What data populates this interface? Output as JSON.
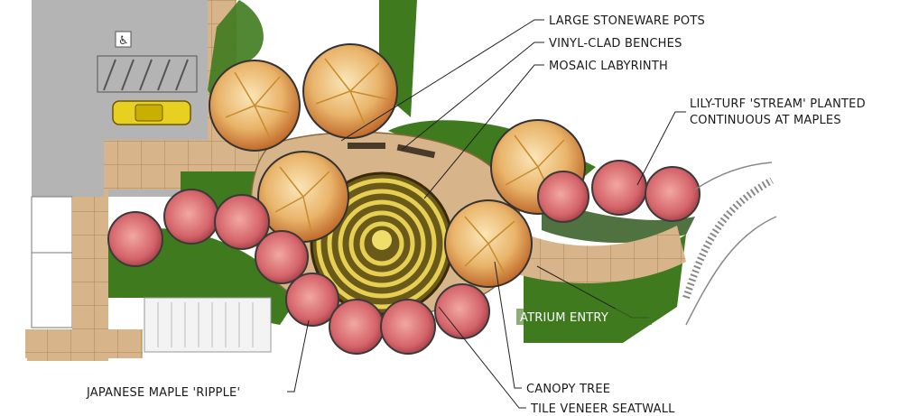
{
  "labels": {
    "pots": "LARGE STONEWARE POTS",
    "benches": "VINYL-CLAD BENCHES",
    "labyrinth": "MOSAIC LABYRINTH",
    "lilyturf_1": "LILY-TURF 'STREAM' PLANTED",
    "lilyturf_2": "CONTINUOUS AT MAPLES",
    "atrium": "ATRIUM ENTRY",
    "canopy": "CANOPY TREE",
    "seatwall": "TILE VENEER SEATWALL",
    "maple": "JAPANESE MAPLE 'RIPPLE'"
  },
  "icons": [
    "accessible-parking-icon",
    "car-icon"
  ],
  "colors": {
    "paving": "#d8b48a",
    "paving_line": "#a88458",
    "lawn": "#3f7a1e",
    "lawn_dark": "#244e10",
    "maple": "#d9787a",
    "canopy": "#e2b066",
    "labyrinth": "#e6cf52",
    "parking": "#a9a9a9",
    "car": "#e8d020"
  }
}
